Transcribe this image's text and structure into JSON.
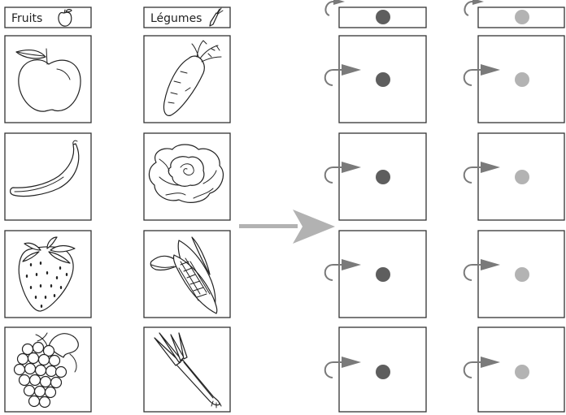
{
  "headers": {
    "fruits_label": "Fruits",
    "fruits_icon": "apple-icon",
    "vegetables_label": "Légumes",
    "vegetables_icon": "carrot-icon"
  },
  "fruits": [
    "apple",
    "banana",
    "strawberry",
    "grapes"
  ],
  "vegetables": [
    "carrot",
    "lettuce",
    "corn",
    "leek"
  ],
  "colors": {
    "dot_dark": "#5e5e5e",
    "dot_light": "#b3b3b3",
    "arrow": "#b2b2b2",
    "curl_arrow": "#7a7a7a",
    "box_border": "#333333"
  }
}
